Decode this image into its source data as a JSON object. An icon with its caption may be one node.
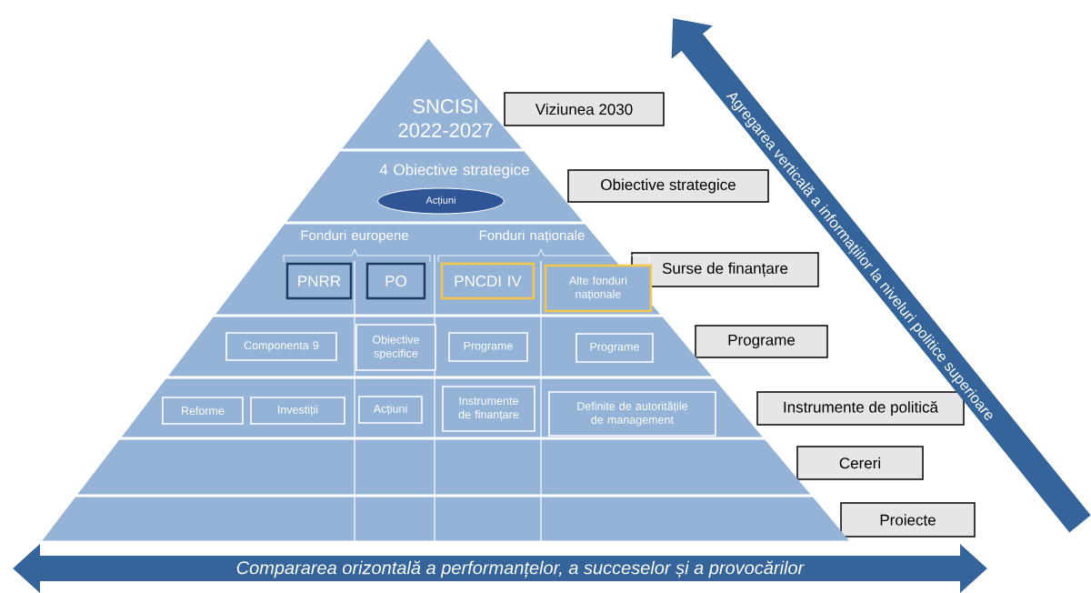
{
  "diagram": {
    "nodes": [
      {
        "text": [
          "SNCISI 2022-2027"
        ]
      },
      {
        "text": [
          "4 Obiective strategice"
        ]
      },
      {
        "text": [
          "Acțiuni"
        ],
        "in": 1
      },
      {
        "text": [
          "Fonduri europene",
          "Fonduri naționale"
        ]
      },
      {
        "text": [
          "PNRR"
        ],
        "in": 3
      },
      {
        "text": [
          "PO"
        ],
        "in": 3
      },
      {
        "text": [
          "PNCDI IV"
        ],
        "in": 3
      },
      {
        "text": [
          "Alte fonduri naționale"
        ],
        "in": 3
      },
      {
        "text": [],
        "shape": "band"
      },
      {
        "text": [
          "Componenta 9"
        ],
        "in": 8
      },
      {
        "text": [
          "Obiective specifice"
        ],
        "in": 8
      },
      {
        "text": [
          "Programe"
        ],
        "in": 8
      },
      {
        "text": [
          "Programe"
        ],
        "in": 8
      },
      {
        "text": [],
        "shape": "band"
      },
      {
        "text": [
          "Reforme"
        ],
        "in": 13
      },
      {
        "text": [
          "Investiții"
        ],
        "in": 13
      },
      {
        "text": [
          "Acțiuni"
        ],
        "in": 13
      },
      {
        "text": [
          "Instrumente de finanțare"
        ],
        "in": 13
      },
      {
        "text": [
          "Definite de autoritățile de management"
        ],
        "in": 13
      },
      {
        "text": [],
        "shape": "band"
      },
      {
        "text": [],
        "shape": "band"
      },
      {
        "text": [
          "Viziunea 2030"
        ]
      },
      {
        "text": [
          "Obiective strategice"
        ]
      },
      {
        "text": [
          "Surse de finanțare"
        ]
      },
      {
        "text": [
          "Programe"
        ]
      },
      {
        "text": [
          "Instrumente de politică"
        ]
      },
      {
        "text": [
          "Cereri"
        ]
      },
      {
        "text": [
          "Proiecte"
        ]
      }
    ],
    "edges": [],
    "labels": [
      "Agregarea verticală a informațiilor la niveluri politice superioare",
      "Compararea orizontală a performanțelor, a succeselor și a provocărilor"
    ]
  }
}
